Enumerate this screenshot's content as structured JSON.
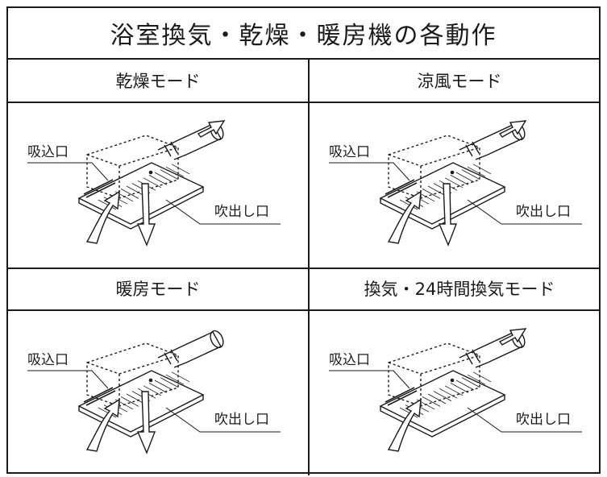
{
  "title": "浴室換気・乾燥・暖房機の各動作",
  "panels": [
    {
      "mode": "乾燥モード",
      "intake_label": "吸込口",
      "outlet_label": "吹出し口",
      "exhaust": true
    },
    {
      "mode": "涼風モード",
      "intake_label": "吸込口",
      "outlet_label": "吹出し口",
      "exhaust": true
    },
    {
      "mode": "暖房モード",
      "intake_label": "吸込口",
      "outlet_label": "吹出し口",
      "exhaust": false
    },
    {
      "mode": "換気・24時間換気モード",
      "intake_label": "吸込口",
      "outlet_label": "吹出し口",
      "exhaust": true
    }
  ]
}
